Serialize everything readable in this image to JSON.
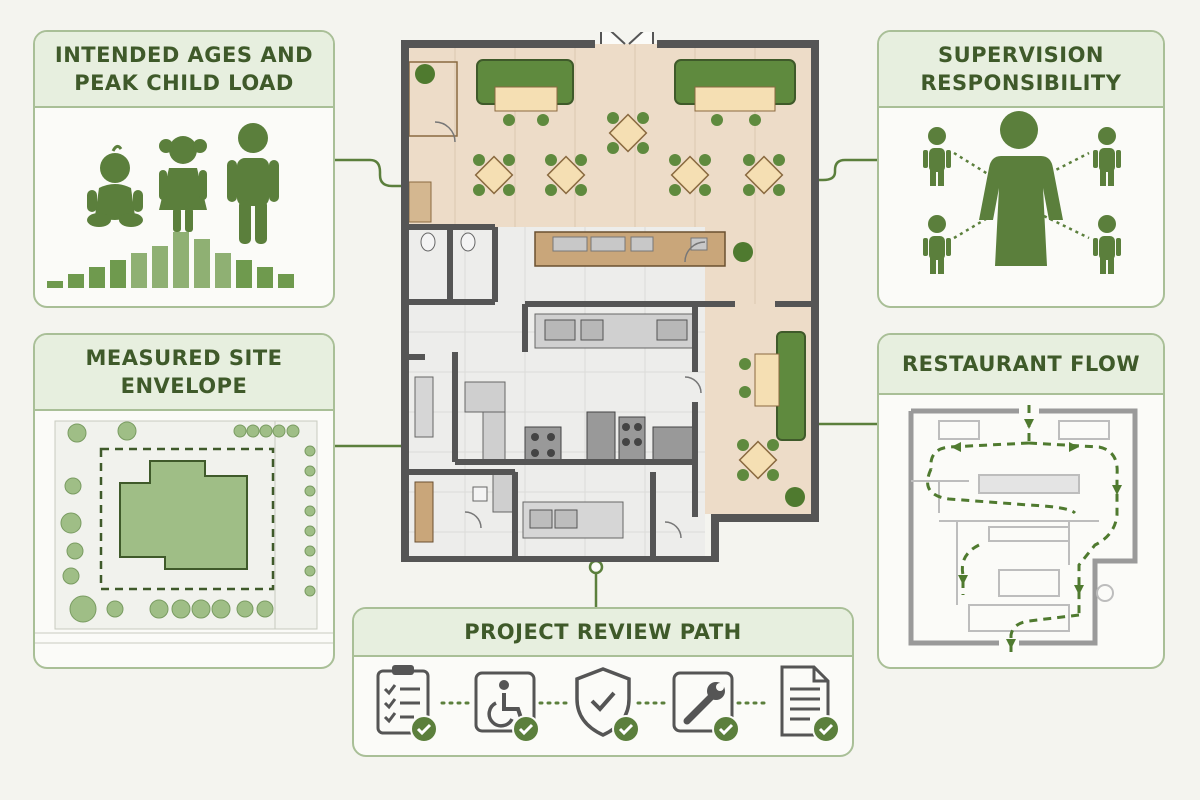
{
  "panels": {
    "ages": {
      "title_line1": "INTENDED AGES AND",
      "title_line2": "PEAK CHILD LOAD"
    },
    "supervision": {
      "title_line1": "SUPERVISION",
      "title_line2": "RESPONSIBILITY"
    },
    "site": {
      "title_line1": "MEASURED SITE",
      "title_line2": "ENVELOPE"
    },
    "flow": {
      "title": "RESTAURANT FLOW"
    },
    "review": {
      "title": "PROJECT REVIEW PATH",
      "steps": [
        "clipboard-checklist-icon",
        "accessibility-icon",
        "shield-check-icon",
        "wrench-icon",
        "document-icon"
      ]
    }
  },
  "child_load_histogram": {
    "values": [
      1,
      2,
      3,
      4,
      5,
      6,
      8,
      7,
      5,
      4,
      3,
      2
    ]
  },
  "colors": {
    "primary_green": "#5b7f3c",
    "light_green": "#8fb073",
    "panel_border": "#a9bf97",
    "title_bg": "#e7efdf",
    "title_text": "#3f5a2a",
    "wall": "#555555",
    "wood_floor": "#eddcc8",
    "tile_floor": "#ededeb"
  }
}
